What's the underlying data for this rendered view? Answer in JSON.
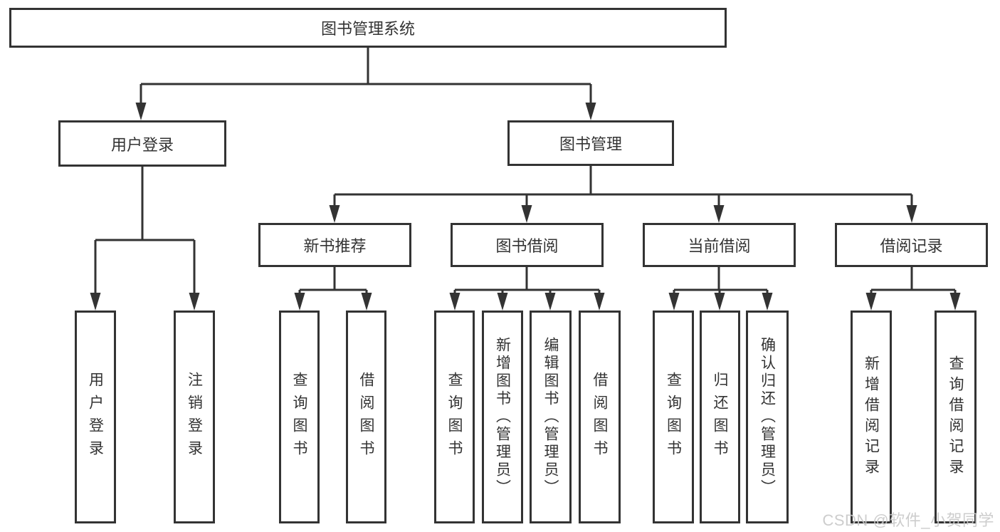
{
  "tree": {
    "label": "图书管理系统",
    "children": [
      {
        "label": "用户登录",
        "children": [
          {
            "label": "用户登录"
          },
          {
            "label": "注销登录"
          }
        ]
      },
      {
        "label": "图书管理",
        "children": [
          {
            "label": "新书推荐",
            "children": [
              {
                "label": "查询图书"
              },
              {
                "label": "借阅图书"
              }
            ]
          },
          {
            "label": "图书借阅",
            "children": [
              {
                "label": "查询图书"
              },
              {
                "label": "新增图书（管理员）"
              },
              {
                "label": "编辑图书（管理员）"
              },
              {
                "label": "借阅图书"
              }
            ]
          },
          {
            "label": "当前借阅",
            "children": [
              {
                "label": "查询图书"
              },
              {
                "label": "归还图书"
              },
              {
                "label": "确认归还（管理员）"
              }
            ]
          },
          {
            "label": "借阅记录",
            "children": [
              {
                "label": "新增借阅记录"
              },
              {
                "label": "查询借阅记录"
              }
            ]
          }
        ]
      }
    ]
  },
  "watermark": {
    "text": "CSDN @软件_小贺同学"
  },
  "colors": {
    "line": "#333333",
    "box_border": "#333333",
    "text": "#333333",
    "background": "#ffffff",
    "watermark": "#c9c9c9"
  }
}
